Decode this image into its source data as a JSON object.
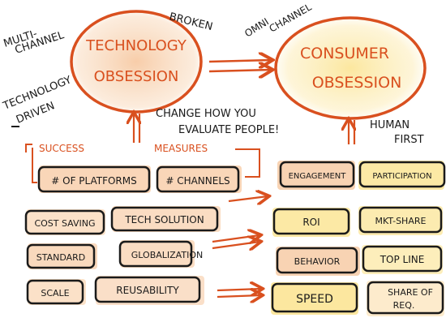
{
  "left_notes": [
    "MULTI-",
    "CHANNEL",
    "TECHNOLOGY",
    "DRIVEN"
  ],
  "tech_bubble": [
    "TECHNOLOGY",
    "OBSESSION"
  ],
  "broken_note": "BROKEN",
  "omni_note": [
    "OMNI",
    "CHANNEL"
  ],
  "consumer_bubble": [
    "CONSUMER",
    "OBSESSION"
  ],
  "change_note": [
    "CHANGE HOW YOU",
    "EVALUATE PEOPLE!"
  ],
  "human_note": [
    "HUMAN",
    "FIRST"
  ],
  "success_label": "SUCCESS",
  "measures_label": "MEASURES",
  "left_boxes": {
    "platforms": "# OF PLATFORMS",
    "channels": "# CHANNELS",
    "cost_saving": "COST SAVING",
    "tech_solution": "TECH SOLUTION",
    "standard": "STANDARD",
    "globalization": "GLOBALIZATION",
    "scale": "SCALE",
    "reusability": "REUSABILITY"
  },
  "right_boxes": {
    "engagement": "ENGAGEMENT",
    "participation": "PARTICIPATION",
    "roi": "ROI",
    "mkt_share": "MKT-SHARE",
    "behavior": "BEHAVIOR",
    "top_line": "TOP LINE",
    "speed": "SPEED",
    "share_of_req": [
      "SHARE OF",
      "REQ."
    ]
  },
  "colors": {
    "ink": "#1a1a1a",
    "accent": "#d9501f",
    "wash_orange": "#f6c49a",
    "wash_yellow": "#fbe38e",
    "wash_soft": "#fde9c6"
  }
}
